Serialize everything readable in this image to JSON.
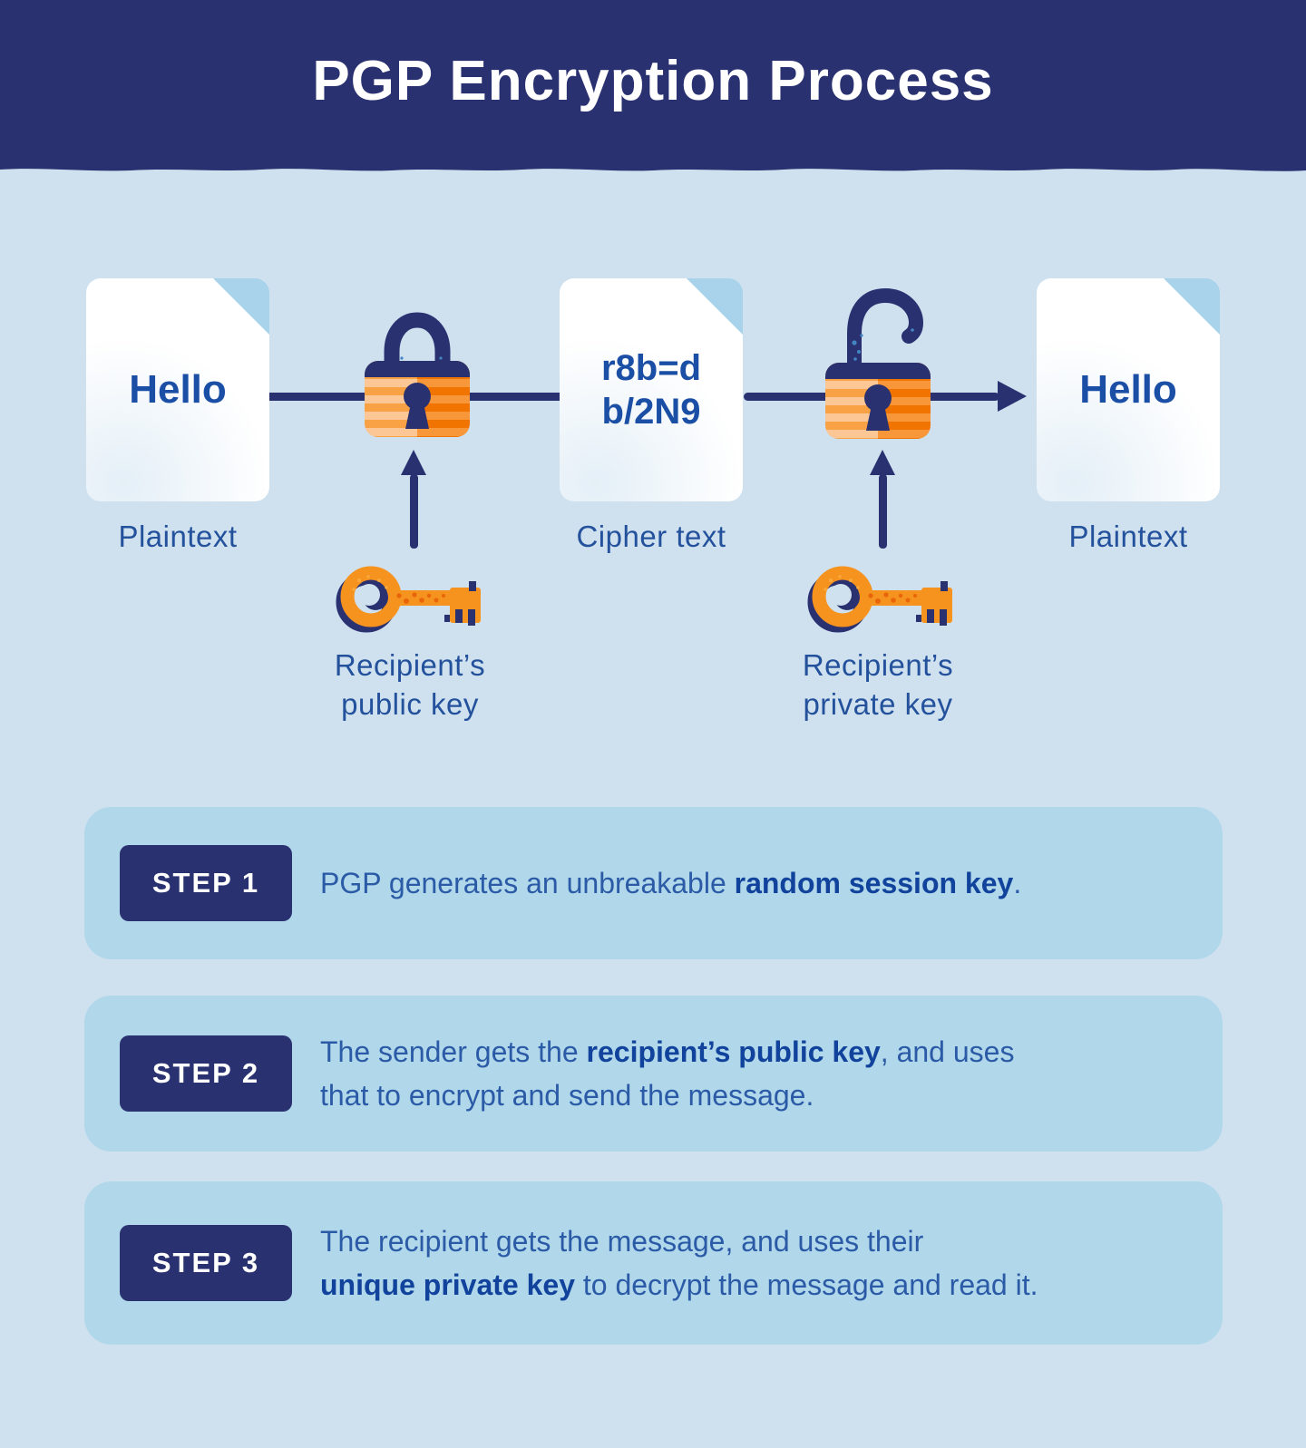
{
  "header": {
    "title": "PGP Encryption Process"
  },
  "diagram": {
    "plaintext_start": {
      "text": "Hello",
      "label": "Plaintext"
    },
    "cipher": {
      "text_line1": "r8b=d",
      "text_line2": "b/2N9",
      "label": "Cipher text"
    },
    "plaintext_end": {
      "text": "Hello",
      "label": "Plaintext"
    },
    "public_key": {
      "label_line1": "Recipient’s",
      "label_line2": "public key"
    },
    "private_key": {
      "label_line1": "Recipient’s",
      "label_line2": "private key"
    },
    "icons": {
      "locked_padlock": "locked-padlock-icon",
      "unlocked_padlock": "unlocked-padlock-icon",
      "public_key": "key-icon",
      "private_key": "key-icon",
      "flow_arrow": "right-arrow-icon",
      "key_arrow": "up-arrow-icon",
      "document": "document-icon"
    }
  },
  "steps": [
    {
      "badge": "STEP 1",
      "segments": [
        "PGP generates an unbreakable ",
        "random session key",
        "."
      ]
    },
    {
      "badge": "STEP 2",
      "segments": [
        "The sender gets the ",
        "recipient’s public key",
        ", and uses",
        "that to encrypt and send the message."
      ]
    },
    {
      "badge": "STEP 3",
      "segments": [
        "The recipient gets the message, and uses their",
        "unique private key",
        " to decrypt the message and read it."
      ]
    }
  ],
  "colors": {
    "header_navy": "#2a3170",
    "page_bg": "#cfe1ef",
    "panel_bg": "#b0d7ea",
    "text_blue": "#2b5aa6",
    "bold_blue": "#11439c",
    "doc_text_blue": "#1b4fa5",
    "label_blue": "#23519c",
    "accent_orange": "#f6921e",
    "deep_orange": "#f17400",
    "doc_fold_blue": "#a9d3ea",
    "badge_text": "#ffffff"
  }
}
